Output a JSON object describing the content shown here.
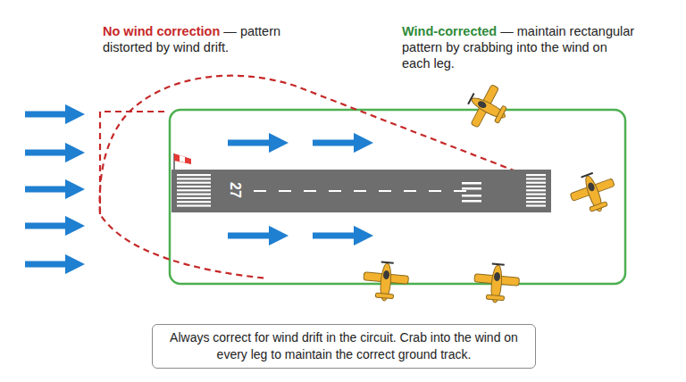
{
  "diagram": {
    "nodes": [
      {
        "text": [
          "27"
        ]
      },
      {
        "text": [
          "Always correct for wind drift in the circuit. Crab into the wind on every leg to maintain the correct ground track."
        ]
      }
    ],
    "labels": [
      "No wind correction",
      "— pattern distorted by wind drift.",
      "Wind-corrected",
      "— maintain rectangular pattern by crabbing into the wind on each leg."
    ]
  }
}
